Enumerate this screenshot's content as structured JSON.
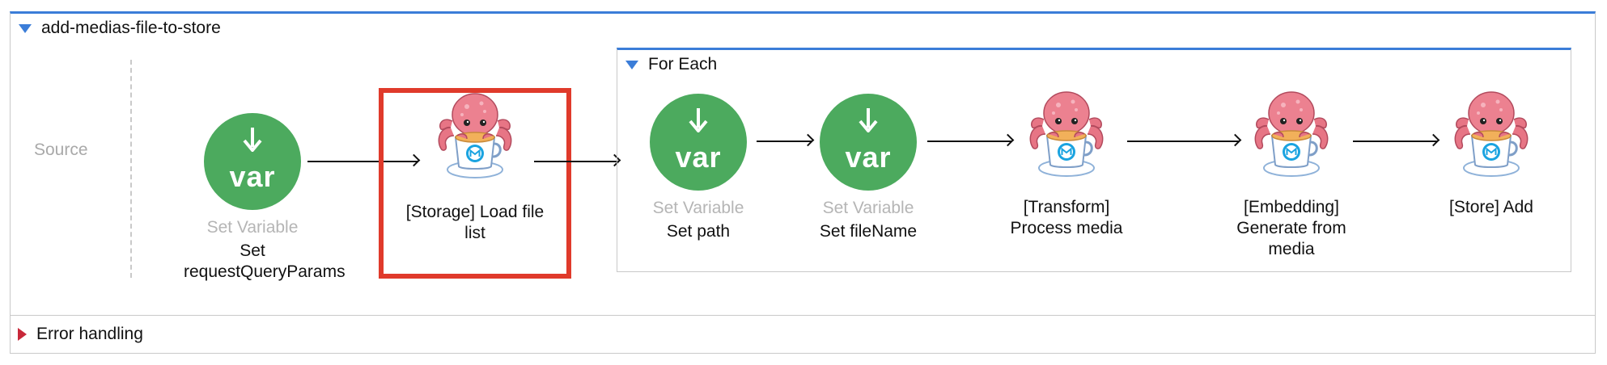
{
  "flow": {
    "name": "add-medias-file-to-store"
  },
  "source": {
    "label": "Source"
  },
  "nodes": {
    "set_request_query_params": {
      "icon_text": "var",
      "type": "Set Variable",
      "name": "Set requestQueryParams"
    },
    "storage_load_file_list": {
      "name": "[Storage] Load file list"
    }
  },
  "for_each": {
    "title": "For Each",
    "nodes": {
      "set_path": {
        "icon_text": "var",
        "type": "Set Variable",
        "name": "Set path"
      },
      "set_file_name": {
        "icon_text": "var",
        "type": "Set Variable",
        "name": "Set fileName"
      },
      "transform": {
        "name": "[Transform] Process media"
      },
      "embedding": {
        "name": "[Embedding] Generate from media"
      },
      "store_add": {
        "name": "[Store] Add"
      }
    }
  },
  "error_handling": {
    "label": "Error handling"
  },
  "colors": {
    "accent": "#3b7dd8",
    "var_green": "#4caa5e",
    "highlight_red": "#e03a2b",
    "error_triangle": "#c8283a",
    "muted_text": "#b5b5b5"
  },
  "icons": {
    "var": "down-arrow-var-icon",
    "connector": "octopus-mule-cup-icon"
  }
}
